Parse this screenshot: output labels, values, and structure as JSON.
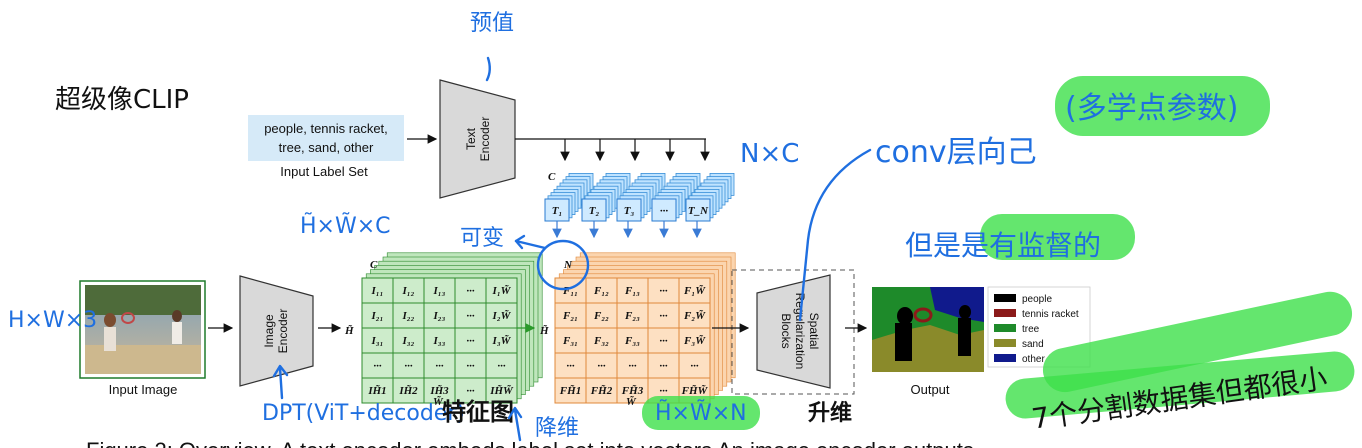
{
  "label_set": {
    "text_line1": "people, tennis racket,",
    "text_line2": "tree, sand, other",
    "caption": "Input Label Set"
  },
  "text_encoder": {
    "line1": "Text",
    "line2": "Encoder"
  },
  "image_encoder": {
    "line1": "Image",
    "line2": "Encoder"
  },
  "input_image": {
    "caption": "Input Image"
  },
  "spatial_block": {
    "line1": "Spatial",
    "line2": "Regularization",
    "line3": "Blocks"
  },
  "output": {
    "caption": "Output"
  },
  "legend": [
    {
      "label": "people",
      "color": "#000000"
    },
    {
      "label": "tennis racket",
      "color": "#8b1a1a"
    },
    {
      "label": "tree",
      "color": "#1e8a2a"
    },
    {
      "label": "sand",
      "color": "#8a8a2a"
    },
    {
      "label": "other",
      "color": "#101a8c"
    }
  ],
  "text_tokens": [
    "T₁",
    "T₂",
    "T₃",
    "···",
    "T_N"
  ],
  "dims": {
    "c": "C",
    "n": "N",
    "h": "H̃",
    "w": "W̃"
  },
  "image_grid": [
    [
      "I₁₁",
      "I₁₂",
      "I₁₃",
      "···",
      "I₁W̃"
    ],
    [
      "I₂₁",
      "I₂₂",
      "I₂₃",
      "···",
      "I₂W̃"
    ],
    [
      "I₃₁",
      "I₃₂",
      "I₃₃",
      "···",
      "I₃W̃"
    ],
    [
      "···",
      "···",
      "···",
      "···",
      "···"
    ],
    [
      "IH̃1",
      "IH̃2",
      "IH̃3",
      "···",
      "IH̃W̃"
    ]
  ],
  "feature_grid": [
    [
      "F₁₁",
      "F₁₂",
      "F₁₃",
      "···",
      "F₁W̃"
    ],
    [
      "F₂₁",
      "F₂₂",
      "F₂₃",
      "···",
      "F₂W̃"
    ],
    [
      "F₃₁",
      "F₃₂",
      "F₃₃",
      "···",
      "F₃W̃"
    ],
    [
      "···",
      "···",
      "···",
      "···",
      "···"
    ],
    [
      "FH̃1",
      "FH̃2",
      "FH̃3",
      "···",
      "FH̃W̃"
    ]
  ],
  "caption_partial": "Figure 2: Overview. A text encoder embeds label set into vectors    An image encoder outputs",
  "annotations": {
    "top_left": "超级像CLIP",
    "top": "预值",
    "nc": "N×C",
    "conv": "conv层向己",
    "conv_paren": "(多学点参数)",
    "supervised": "但是是有监督的",
    "hwc": "H̃×W̃×C",
    "variable": "可变",
    "hxw": "H×W×3",
    "dpt": "DPT(ViT+decoder)",
    "feature_map": "特征图",
    "downsample": "降维",
    "hwn": "H̃×W̃×N",
    "upsample": "升维",
    "datasets": "7个分割数据集但都很小"
  }
}
